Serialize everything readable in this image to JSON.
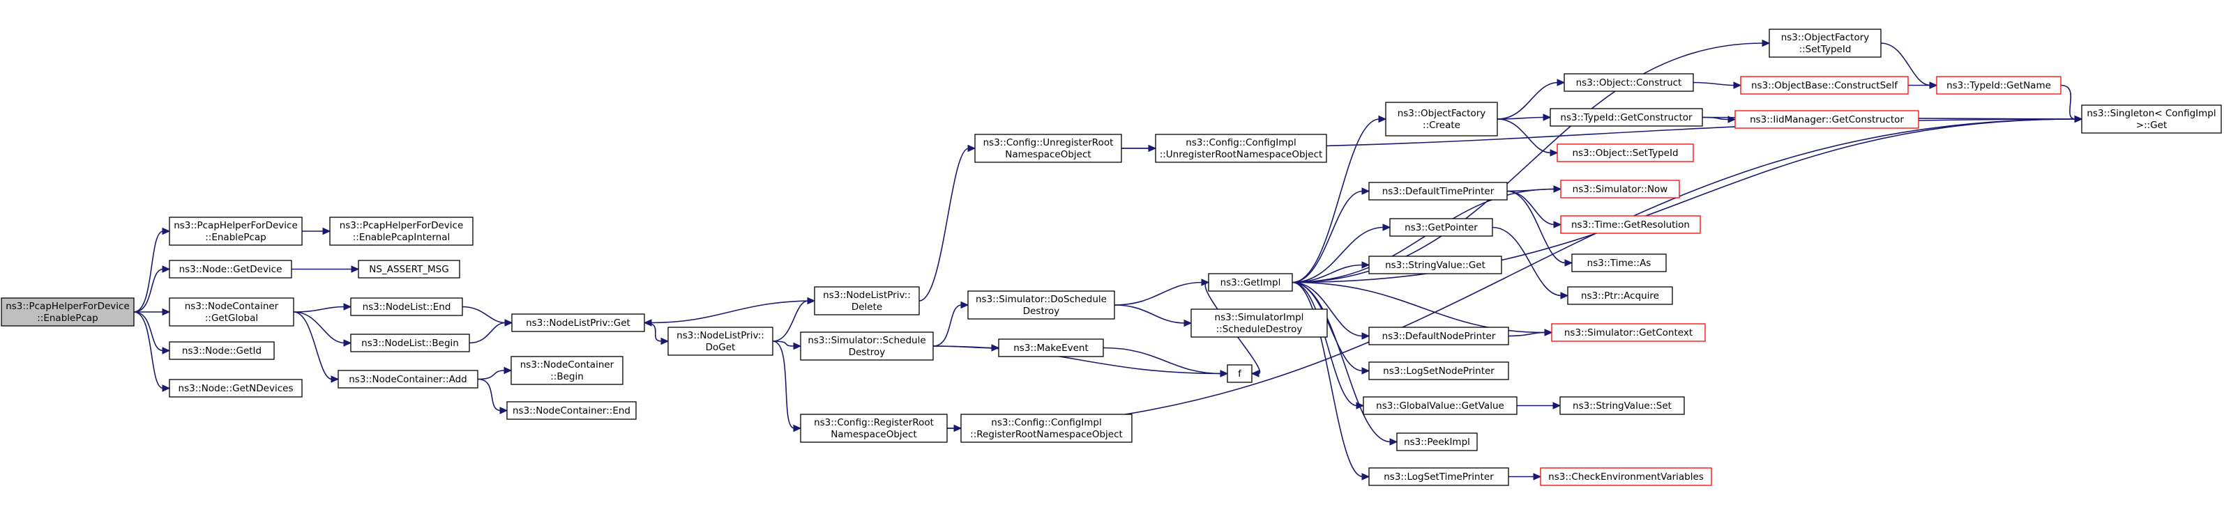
{
  "diagram": {
    "kind": "call graph",
    "edge_color": "#191970",
    "highlight_color": "#bfbfbf",
    "incomplete_color": "#ff0000",
    "nodes": [
      {
        "id": "root",
        "lines": [
          "ns3::PcapHelperForDevice",
          "::EnablePcap"
        ],
        "style": "root"
      },
      {
        "id": "phd_enablepcap",
        "lines": [
          "ns3::PcapHelperForDevice",
          "::EnablePcap"
        ],
        "style": "normal"
      },
      {
        "id": "phd_internal",
        "lines": [
          "ns3::PcapHelperForDevice",
          "::EnablePcapInternal"
        ],
        "style": "normal"
      },
      {
        "id": "node_getdevice",
        "lines": [
          "ns3::Node::GetDevice"
        ],
        "style": "normal"
      },
      {
        "id": "ns_assert",
        "lines": [
          "NS_ASSERT_MSG"
        ],
        "style": "normal"
      },
      {
        "id": "nc_getglobal",
        "lines": [
          "ns3::NodeContainer",
          "::GetGlobal"
        ],
        "style": "normal"
      },
      {
        "id": "node_getid",
        "lines": [
          "ns3::Node::GetId"
        ],
        "style": "normal"
      },
      {
        "id": "node_getndevices",
        "lines": [
          "ns3::Node::GetNDevices"
        ],
        "style": "normal"
      },
      {
        "id": "nl_end",
        "lines": [
          "ns3::NodeList::End"
        ],
        "style": "normal"
      },
      {
        "id": "nl_begin",
        "lines": [
          "ns3::NodeList::Begin"
        ],
        "style": "normal"
      },
      {
        "id": "nc_add",
        "lines": [
          "ns3::NodeContainer::Add"
        ],
        "style": "normal"
      },
      {
        "id": "nc_begin",
        "lines": [
          "ns3::NodeContainer",
          "::Begin"
        ],
        "style": "normal"
      },
      {
        "id": "nc_end",
        "lines": [
          "ns3::NodeContainer::End"
        ],
        "style": "normal"
      },
      {
        "id": "nlp_get",
        "lines": [
          "ns3::NodeListPriv::Get"
        ],
        "style": "normal"
      },
      {
        "id": "nlp_doget",
        "lines": [
          "ns3::NodeListPriv::",
          "DoGet"
        ],
        "style": "normal"
      },
      {
        "id": "nlp_delete",
        "lines": [
          "ns3::NodeListPriv::",
          "Delete"
        ],
        "style": "normal"
      },
      {
        "id": "sim_sched",
        "lines": [
          "ns3::Simulator::Schedule",
          "Destroy"
        ],
        "style": "normal"
      },
      {
        "id": "cfg_register",
        "lines": [
          "ns3::Config::RegisterRoot",
          "NamespaceObject"
        ],
        "style": "normal"
      },
      {
        "id": "cfg_unregister",
        "lines": [
          "ns3::Config::UnregisterRoot",
          "NamespaceObject"
        ],
        "style": "normal"
      },
      {
        "id": "ci_unregister",
        "lines": [
          "ns3::Config::ConfigImpl",
          "::UnregisterRootNamespaceObject"
        ],
        "style": "normal"
      },
      {
        "id": "ci_register",
        "lines": [
          "ns3::Config::ConfigImpl",
          "::RegisterRootNamespaceObject"
        ],
        "style": "normal"
      },
      {
        "id": "sim_dosched",
        "lines": [
          "ns3::Simulator::DoSchedule",
          "Destroy"
        ],
        "style": "normal"
      },
      {
        "id": "simimpl_sched",
        "lines": [
          "ns3::SimulatorImpl",
          "::ScheduleDestroy"
        ],
        "style": "normal"
      },
      {
        "id": "makeevent",
        "lines": [
          "ns3::MakeEvent"
        ],
        "style": "normal"
      },
      {
        "id": "f",
        "lines": [
          "f"
        ],
        "style": "normal"
      },
      {
        "id": "getimpl",
        "lines": [
          "ns3::GetImpl"
        ],
        "style": "normal"
      },
      {
        "id": "of_create",
        "lines": [
          "ns3::ObjectFactory",
          "::Create"
        ],
        "style": "normal"
      },
      {
        "id": "dtp",
        "lines": [
          "ns3::DefaultTimePrinter"
        ],
        "style": "normal"
      },
      {
        "id": "getpointer",
        "lines": [
          "ns3::GetPointer"
        ],
        "style": "normal"
      },
      {
        "id": "sv_get",
        "lines": [
          "ns3::StringValue::Get"
        ],
        "style": "normal"
      },
      {
        "id": "dnp",
        "lines": [
          "ns3::DefaultNodePrinter"
        ],
        "style": "normal"
      },
      {
        "id": "lsnp",
        "lines": [
          "ns3::LogSetNodePrinter"
        ],
        "style": "normal"
      },
      {
        "id": "gv_getvalue",
        "lines": [
          "ns3::GlobalValue::GetValue"
        ],
        "style": "normal"
      },
      {
        "id": "peekimpl",
        "lines": [
          "ns3::PeekImpl"
        ],
        "style": "normal"
      },
      {
        "id": "lstp",
        "lines": [
          "ns3::LogSetTimePrinter"
        ],
        "style": "normal"
      },
      {
        "id": "obj_construct",
        "lines": [
          "ns3::Object::Construct"
        ],
        "style": "normal"
      },
      {
        "id": "tid_getctor",
        "lines": [
          "ns3::TypeId::GetConstructor"
        ],
        "style": "normal"
      },
      {
        "id": "obj_settypeid",
        "lines": [
          "ns3::Object::SetTypeId"
        ],
        "style": "red"
      },
      {
        "id": "of_settypeid",
        "lines": [
          "ns3::ObjectFactory",
          "::SetTypeId"
        ],
        "style": "normal"
      },
      {
        "id": "ob_constructself",
        "lines": [
          "ns3::ObjectBase::ConstructSelf"
        ],
        "style": "red"
      },
      {
        "id": "idm_getctor",
        "lines": [
          "ns3::IidManager::GetConstructor"
        ],
        "style": "red"
      },
      {
        "id": "tid_getname",
        "lines": [
          "ns3::TypeId::GetName"
        ],
        "style": "red"
      },
      {
        "id": "singleton",
        "lines": [
          "ns3::Singleton< ConfigImpl",
          " >::Get"
        ],
        "style": "normal"
      },
      {
        "id": "sim_now",
        "lines": [
          "ns3::Simulator::Now"
        ],
        "style": "red"
      },
      {
        "id": "time_getres",
        "lines": [
          "ns3::Time::GetResolution"
        ],
        "style": "red"
      },
      {
        "id": "time_as",
        "lines": [
          "ns3::Time::As"
        ],
        "style": "normal"
      },
      {
        "id": "ptr_acquire",
        "lines": [
          "ns3::Ptr::Acquire"
        ],
        "style": "normal"
      },
      {
        "id": "sim_getctx",
        "lines": [
          "ns3::Simulator::GetContext"
        ],
        "style": "red"
      },
      {
        "id": "sv_set",
        "lines": [
          "ns3::StringValue::Set"
        ],
        "style": "normal"
      },
      {
        "id": "checkenv",
        "lines": [
          "ns3::CheckEnvironmentVariables"
        ],
        "style": "red"
      }
    ],
    "edges": [
      [
        "root",
        "phd_enablepcap"
      ],
      [
        "root",
        "node_getdevice"
      ],
      [
        "root",
        "nc_getglobal"
      ],
      [
        "root",
        "node_getid"
      ],
      [
        "root",
        "node_getndevices"
      ],
      [
        "phd_enablepcap",
        "phd_internal"
      ],
      [
        "node_getdevice",
        "ns_assert"
      ],
      [
        "nc_getglobal",
        "nl_end"
      ],
      [
        "nc_getglobal",
        "nl_begin"
      ],
      [
        "nc_getglobal",
        "nc_add"
      ],
      [
        "nl_end",
        "nlp_get"
      ],
      [
        "nl_begin",
        "nlp_get"
      ],
      [
        "nc_add",
        "nc_begin"
      ],
      [
        "nc_add",
        "nc_end"
      ],
      [
        "nlp_get",
        "nlp_doget"
      ],
      [
        "nlp_doget",
        "nlp_delete"
      ],
      [
        "nlp_doget",
        "sim_sched"
      ],
      [
        "nlp_doget",
        "cfg_register"
      ],
      [
        "nlp_delete",
        "nlp_get"
      ],
      [
        "nlp_delete",
        "cfg_unregister"
      ],
      [
        "cfg_unregister",
        "ci_unregister"
      ],
      [
        "cfg_unregister",
        "singleton"
      ],
      [
        "cfg_register",
        "ci_register"
      ],
      [
        "cfg_register",
        "singleton"
      ],
      [
        "sim_sched",
        "sim_dosched"
      ],
      [
        "sim_sched",
        "makeevent"
      ],
      [
        "sim_sched",
        "f"
      ],
      [
        "makeevent",
        "f"
      ],
      [
        "sim_dosched",
        "getimpl"
      ],
      [
        "sim_dosched",
        "simimpl_sched"
      ],
      [
        "getimpl",
        "of_create"
      ],
      [
        "getimpl",
        "dtp"
      ],
      [
        "getimpl",
        "getpointer"
      ],
      [
        "getimpl",
        "sv_get"
      ],
      [
        "getimpl",
        "dnp"
      ],
      [
        "getimpl",
        "lsnp"
      ],
      [
        "getimpl",
        "gv_getvalue"
      ],
      [
        "getimpl",
        "peekimpl"
      ],
      [
        "getimpl",
        "lstp"
      ],
      [
        "getimpl",
        "sim_now"
      ],
      [
        "getimpl",
        "sim_getctx"
      ],
      [
        "getimpl",
        "of_settypeid"
      ],
      [
        "getimpl",
        "singleton"
      ],
      [
        "getimpl",
        "f"
      ],
      [
        "of_create",
        "obj_construct"
      ],
      [
        "of_create",
        "tid_getctor"
      ],
      [
        "of_create",
        "obj_settypeid"
      ],
      [
        "obj_construct",
        "ob_constructself"
      ],
      [
        "ob_constructself",
        "tid_getname"
      ],
      [
        "tid_getctor",
        "idm_getctor"
      ],
      [
        "tid_getctor",
        "singleton"
      ],
      [
        "of_settypeid",
        "tid_getname"
      ],
      [
        "tid_getname",
        "singleton"
      ],
      [
        "dtp",
        "sim_now"
      ],
      [
        "dtp",
        "time_getres"
      ],
      [
        "dtp",
        "time_as"
      ],
      [
        "getpointer",
        "ptr_acquire"
      ],
      [
        "dnp",
        "sim_getctx"
      ],
      [
        "gv_getvalue",
        "sv_set"
      ],
      [
        "lstp",
        "checkenv"
      ]
    ]
  }
}
